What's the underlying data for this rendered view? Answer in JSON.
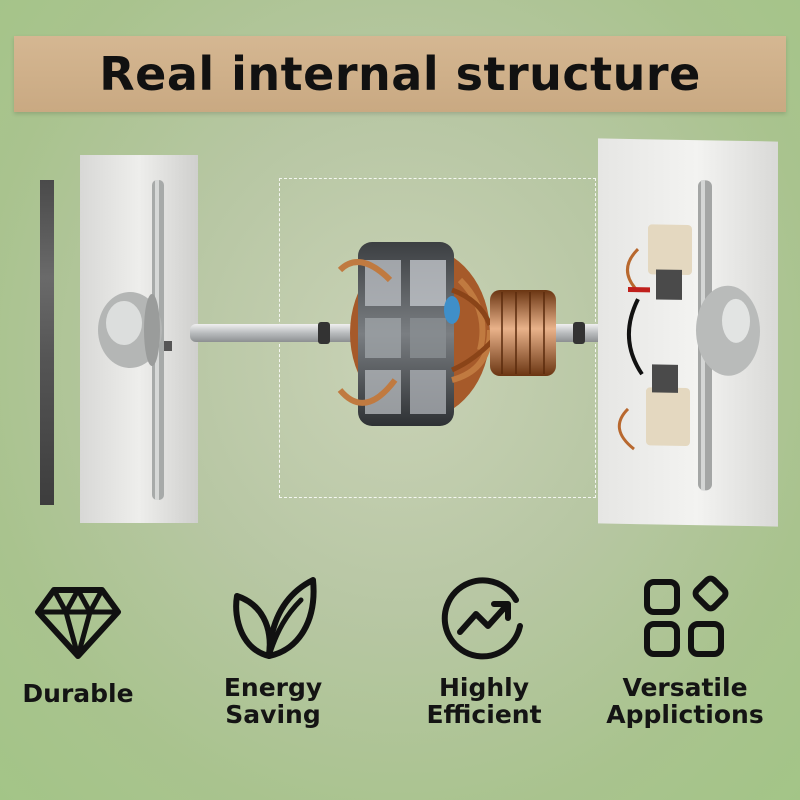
{
  "title": "Real internal structure",
  "features": [
    {
      "icon": "diamond-icon",
      "lines": [
        "Durable"
      ]
    },
    {
      "icon": "leaf-icon",
      "lines": [
        "Energy",
        "Saving"
      ]
    },
    {
      "icon": "growth-chart-icon",
      "lines": [
        "Highly",
        "Efficient"
      ]
    },
    {
      "icon": "apps-grid-icon",
      "lines": [
        "Versatile",
        "Applictions"
      ]
    }
  ],
  "colors": {
    "banner": "#cfae87",
    "text": "#111111",
    "copper": "#b5652e",
    "steel": "#8a8f94"
  }
}
